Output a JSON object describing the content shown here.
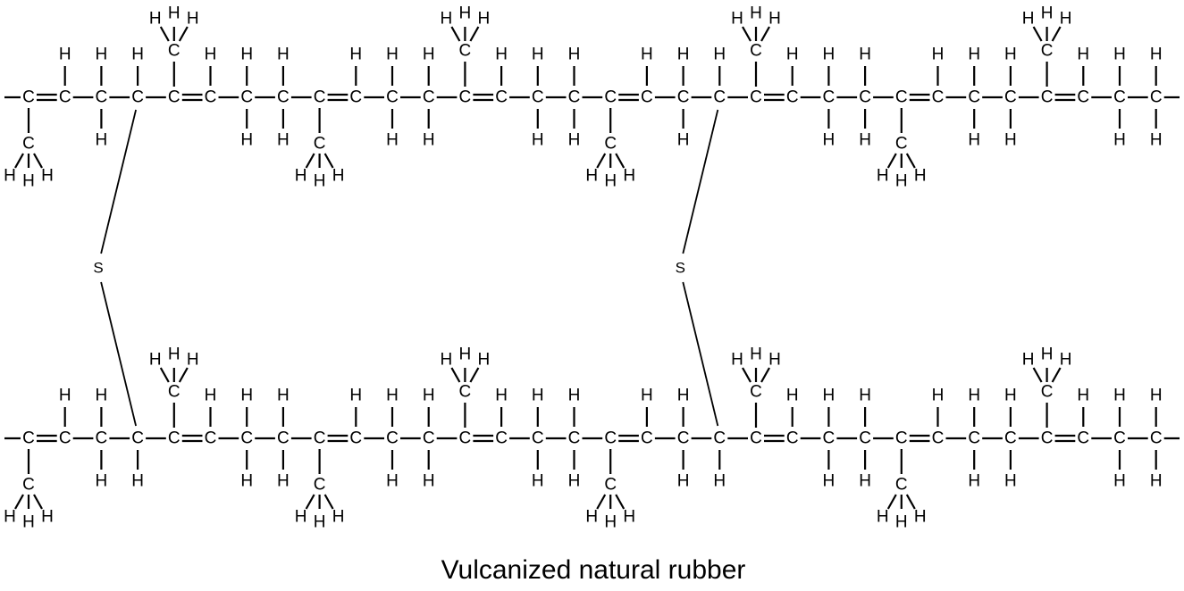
{
  "diagram": {
    "caption": "Vulcanized natural rubber",
    "atoms": {
      "carbon": "C",
      "hydrogen": "H",
      "sulfur": "S"
    },
    "chains": [
      {
        "name": "upper-polymer-chain",
        "backbone": [
          "C",
          "C",
          "C",
          "C",
          "C",
          "C",
          "C",
          "C",
          "C",
          "C",
          "C",
          "C",
          "C",
          "C",
          "C",
          "C",
          "C",
          "C",
          "C",
          "C",
          "C",
          "C",
          "C",
          "C",
          "C",
          "C",
          "C",
          "C",
          "C",
          "C",
          "C",
          "C"
        ],
        "double_bonds_after_atom": [
          0,
          4,
          8,
          12,
          16,
          20,
          24,
          28
        ],
        "methyl_groups": [
          {
            "atom": 0,
            "side": "below"
          },
          {
            "atom": 4,
            "side": "above"
          },
          {
            "atom": 8,
            "side": "below"
          },
          {
            "atom": 12,
            "side": "above"
          },
          {
            "atom": 16,
            "side": "below"
          },
          {
            "atom": 20,
            "side": "above"
          },
          {
            "atom": 24,
            "side": "below"
          },
          {
            "atom": 28,
            "side": "above"
          }
        ],
        "sulfur_bonded_atoms": [
          3,
          19
        ]
      },
      {
        "name": "lower-polymer-chain",
        "backbone": [
          "C",
          "C",
          "C",
          "C",
          "C",
          "C",
          "C",
          "C",
          "C",
          "C",
          "C",
          "C",
          "C",
          "C",
          "C",
          "C",
          "C",
          "C",
          "C",
          "C",
          "C",
          "C",
          "C",
          "C",
          "C",
          "C",
          "C",
          "C",
          "C",
          "C",
          "C",
          "C"
        ],
        "double_bonds_after_atom": [
          0,
          4,
          8,
          12,
          16,
          20,
          24,
          28
        ],
        "methyl_groups": [
          {
            "atom": 0,
            "side": "below"
          },
          {
            "atom": 4,
            "side": "above"
          },
          {
            "atom": 8,
            "side": "below"
          },
          {
            "atom": 12,
            "side": "above"
          },
          {
            "atom": 16,
            "side": "below"
          },
          {
            "atom": 20,
            "side": "above"
          },
          {
            "atom": 24,
            "side": "below"
          },
          {
            "atom": 28,
            "side": "above"
          }
        ],
        "sulfur_bonded_atoms": [
          3,
          19
        ]
      }
    ],
    "crosslinks": [
      {
        "label": "S",
        "upper_atom": 3,
        "lower_atom": 3
      },
      {
        "label": "S",
        "upper_atom": 19,
        "lower_atom": 19
      }
    ]
  }
}
